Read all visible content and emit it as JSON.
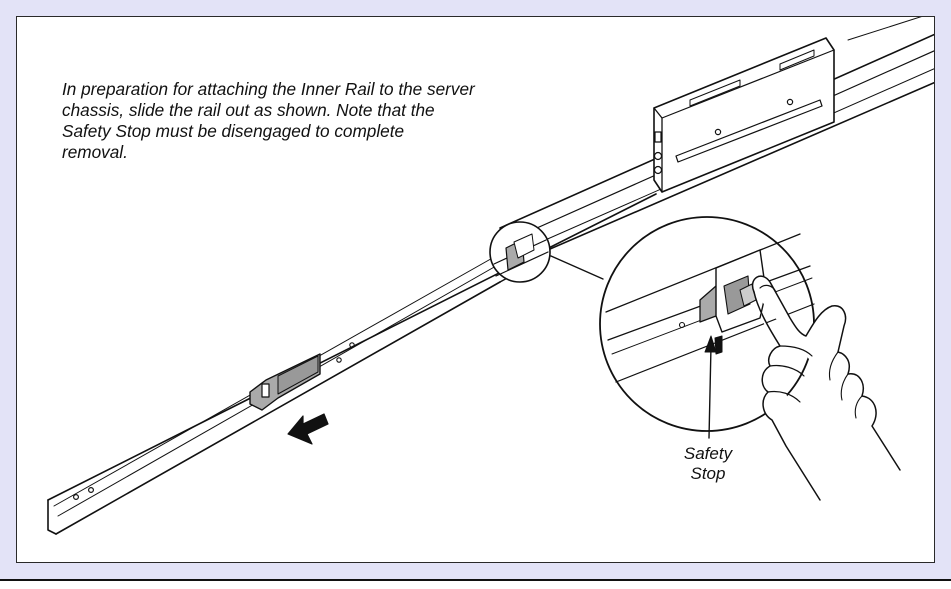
{
  "instruction": {
    "text": "In preparation for attaching the Inner Rail to the server\nchassis, slide the rail out as shown.  Note that the\nSafety Stop must be disengaged to complete\nremoval."
  },
  "callout": {
    "line1": "Safety",
    "line2": "Stop"
  },
  "icons": {
    "direction_arrow": "arrow-left-down-icon",
    "hand": "hand-pressing-icon"
  },
  "colors": {
    "background": "#e3e3f7",
    "part_fill": "#aaaaaa",
    "ink": "#111111"
  }
}
